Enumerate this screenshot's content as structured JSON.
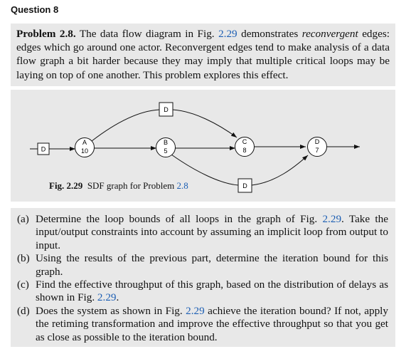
{
  "question_title": "Question 8",
  "problem": {
    "label": "Problem 2.8.",
    "text_1": " The data flow diagram in Fig. ",
    "fig_ref": "2.29",
    "text_2": " demonstrates ",
    "emphasis": "reconvergent",
    "text_3": " edges: edges which go around one actor. Reconvergent edges tend to make analysis of a data flow graph a bit harder because they may imply that multiple critical loops may be laying on top of one another. This problem explores this effect."
  },
  "figure": {
    "caption_label": "Fig. 2.29",
    "caption_text": "  SDF graph for Problem ",
    "caption_ref": "2.8",
    "delays": {
      "input": "D",
      "top": "D",
      "bottom": "D"
    },
    "actors": [
      {
        "name": "A",
        "time": "10"
      },
      {
        "name": "B",
        "time": "5"
      },
      {
        "name": "C",
        "time": "8"
      },
      {
        "name": "D",
        "time": "7"
      }
    ]
  },
  "parts": [
    {
      "label": "(a)",
      "text_1": "Determine the loop bounds of all loops in the graph of Fig. ",
      "ref": "2.29",
      "text_2": ". Take the input/output constraints into account by assuming an implicit loop from output to input."
    },
    {
      "label": "(b)",
      "text_1": "Using the results of the previous part, determine the iteration bound for this graph.",
      "ref": "",
      "text_2": ""
    },
    {
      "label": "(c)",
      "text_1": "Find the effective throughput of this graph, based on the distribution of delays as shown in Fig. ",
      "ref": "2.29",
      "text_2": "."
    },
    {
      "label": "(d)",
      "text_1": "Does the system as shown in Fig. ",
      "ref": "2.29",
      "text_2": " achieve the iteration bound? If not, apply the retiming transformation and improve the effective throughput so that you get as close as possible to the iteration bound."
    }
  ]
}
